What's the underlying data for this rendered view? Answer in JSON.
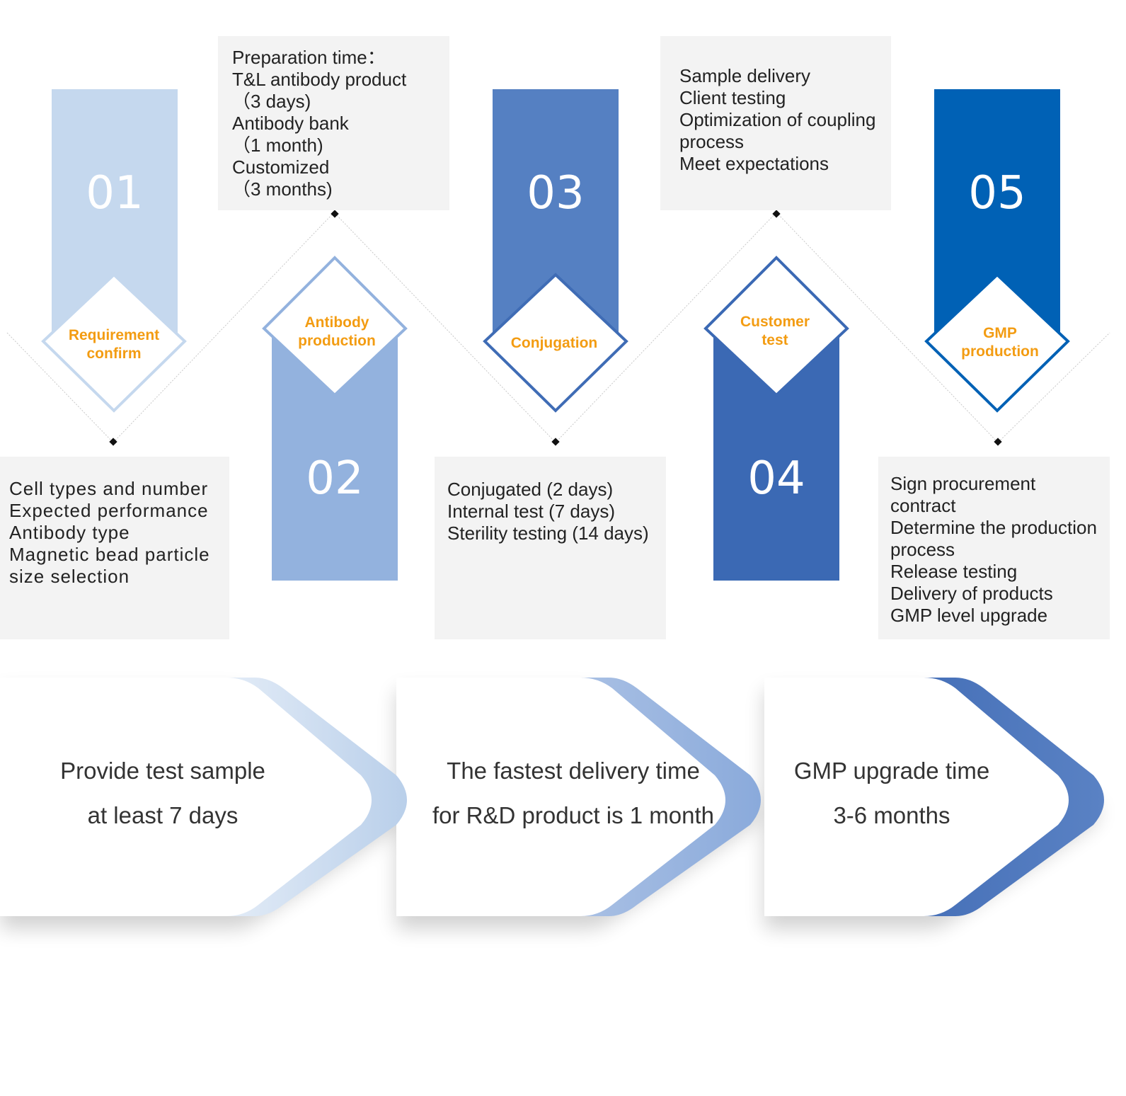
{
  "steps": [
    {
      "num": "01",
      "label_lines": [
        "Requirement",
        "confirm"
      ],
      "color": "#c5d8ee",
      "detail_lines": [
        "Cell types and number",
        "Expected performance",
        "Antibody type",
        "Magnetic bead particle",
        "size selection"
      ]
    },
    {
      "num": "02",
      "label_lines": [
        "Antibody",
        "production"
      ],
      "color": "#93b2de",
      "detail_lines": [
        "Preparation time：",
        "T&L antibody product",
        "（3 days)",
        "Antibody bank",
        "（1 month)",
        "Customized",
        "（3 months)"
      ]
    },
    {
      "num": "03",
      "label_lines": [
        "Conjugation"
      ],
      "color": "#5580c2",
      "detail_lines": [
        "Conjugated (2 days)",
        "Internal test (7 days)",
        "Sterility testing (14 days)"
      ]
    },
    {
      "num": "04",
      "label_lines": [
        "Customer",
        "test"
      ],
      "color": "#3b69b4",
      "detail_lines": [
        "Sample delivery",
        "Client testing",
        "Optimization of coupling",
        "process",
        "Meet expectations"
      ]
    },
    {
      "num": "05",
      "label_lines": [
        "GMP",
        "production"
      ],
      "color": "#0061b5",
      "detail_lines": [
        "Sign procurement",
        "contract",
        "Determine the production",
        "process",
        "Release testing",
        "Delivery of products",
        "GMP level upgrade"
      ]
    }
  ],
  "timeline": [
    {
      "lines": [
        "Provide test sample",
        "at least 7 days"
      ],
      "color": "#c5d8ee"
    },
    {
      "lines": [
        "The fastest delivery time",
        "for R&D product is 1 month"
      ],
      "color": "#8eaedc"
    },
    {
      "lines": [
        "GMP upgrade time",
        "3-6 months"
      ],
      "color": "#5580c2"
    }
  ],
  "colors": {
    "label": "#f39c12",
    "box_bg": "#f3f3f3"
  }
}
